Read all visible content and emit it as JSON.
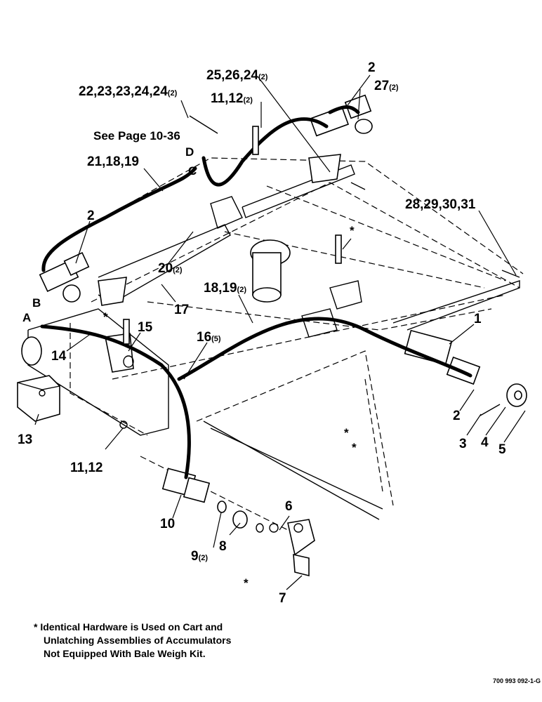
{
  "callouts": {
    "c1": "1",
    "c2a": "2",
    "c2b": "2",
    "c2c": "2",
    "c3": "3",
    "c4": "4",
    "c5": "5",
    "c6": "6",
    "c7": "7",
    "c8": "8",
    "c9": "9",
    "c9_qty": "(2)",
    "c10": "10",
    "c11_12a": "11,12",
    "c11_12b": "11,12",
    "c11_12b_qty": "(2)",
    "c13": "13",
    "c14": "14",
    "c15": "15",
    "c16": "16",
    "c16_qty": "(5)",
    "c17": "17",
    "c18_19": "18,19",
    "c18_19_qty": "(2)",
    "c20": "20",
    "c20_qty": "(2)",
    "c21_18_19": "21,18,19",
    "c22": "22,23,23,24,24",
    "c22_qty": "(2)",
    "c25": "25,26,24",
    "c25_qty": "(2)",
    "c27": "27",
    "c27_qty": "(2)",
    "c28": "28,29,30,31",
    "see_page": "See Page 10-36",
    "A": "A",
    "B": "B",
    "C": "C",
    "D": "D",
    "star": "*"
  },
  "footnote": {
    "line1": "* Identical Hardware is Used on Cart and",
    "line2": "Unlatching Assemblies of Accumulators",
    "line3": "Not Equipped With Bale Weigh Kit."
  },
  "doc_number": "700 993 092-1-G"
}
